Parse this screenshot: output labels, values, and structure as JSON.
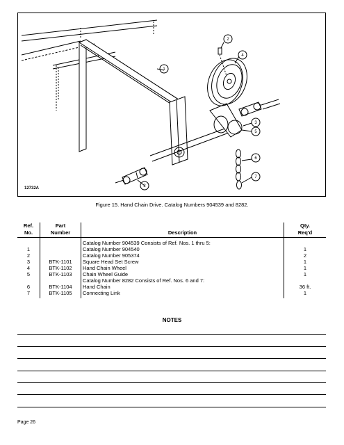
{
  "figure": {
    "id_label": "12732A",
    "callouts": [
      "1",
      "2",
      "2",
      "4",
      "3",
      "5",
      "6",
      "7"
    ]
  },
  "caption": "Figure 15. Hand Chain Drive. Catalog Numbers 904539 and 8282.",
  "parts_table": {
    "headers": {
      "ref": [
        "Ref.",
        "No."
      ],
      "part": [
        "Part",
        "Number"
      ],
      "description": "Description",
      "qty": [
        "Qty.",
        "Req'd"
      ]
    },
    "rows": [
      {
        "ref": "",
        "part": "",
        "description": "Catalog Number 904539 Consists of Ref. Nos. 1 thru 5:",
        "qty": "",
        "indent": false
      },
      {
        "ref": "1",
        "part": "",
        "description": "Catalog Number 904540",
        "qty": "1",
        "indent": true
      },
      {
        "ref": "2",
        "part": "",
        "description": "Catalog Number 905374",
        "qty": "2",
        "indent": true
      },
      {
        "ref": "3",
        "part": "BTK-1101",
        "description": "Square Head Set Screw",
        "qty": "1",
        "indent": true
      },
      {
        "ref": "4",
        "part": "BTK-1102",
        "description": "Hand Chain Wheel",
        "qty": "1",
        "indent": true
      },
      {
        "ref": "5",
        "part": "BTK-1103",
        "description": "Chain Wheel Guide",
        "qty": "1",
        "indent": true
      },
      {
        "ref": "",
        "part": "",
        "description": "Catalog Number 8282 Consists of Ref. Nos. 6 and 7:",
        "qty": "",
        "indent": false
      },
      {
        "ref": "6",
        "part": "BTK-1104",
        "description": "Hand Chain",
        "qty": "36 ft.",
        "indent": true
      },
      {
        "ref": "7",
        "part": "BTK-1105",
        "description": "Connecting Link",
        "qty": "1",
        "indent": true
      }
    ]
  },
  "notes_title": "NOTES",
  "page_number": "Page 26"
}
